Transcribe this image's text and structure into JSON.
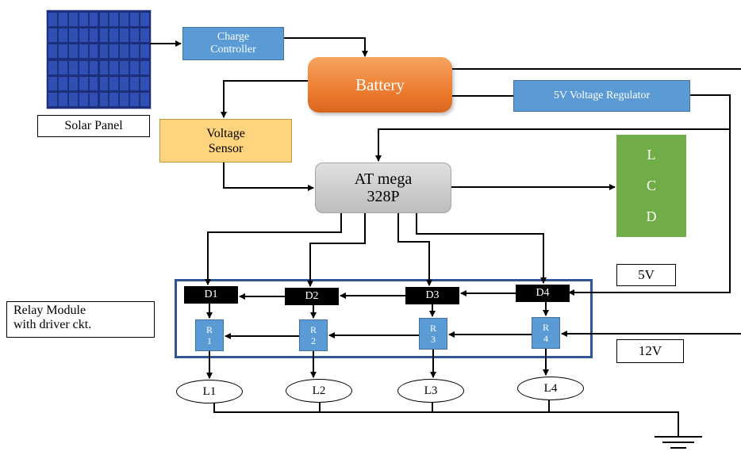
{
  "solar_panel": {
    "label": "Solar Panel"
  },
  "charge_controller": {
    "line1": "Charge",
    "line2": "Controller"
  },
  "battery": {
    "label": "Battery"
  },
  "regulator": {
    "label": "5V Voltage Regulator"
  },
  "voltage_sensor": {
    "line1": "Voltage",
    "line2": "Sensor"
  },
  "mcu": {
    "line1": "AT mega",
    "line2": "328P"
  },
  "lcd": {
    "letters": [
      "L",
      "C",
      "D"
    ]
  },
  "relay_module": {
    "line1": "Relay Module",
    "line2": "with driver ckt."
  },
  "drivers": [
    "D1",
    "D2",
    "D3",
    "D4"
  ],
  "relays": [
    {
      "letter": "R",
      "num": "1"
    },
    {
      "letter": "R",
      "num": "2"
    },
    {
      "letter": "R",
      "num": "3"
    },
    {
      "letter": "R",
      "num": "4"
    }
  ],
  "loads": [
    "L1",
    "L2",
    "L3",
    "L4"
  ],
  "voltages": {
    "v5": "5V",
    "v12": "12V"
  },
  "colors": {
    "panel_blue": "#1c2f7a",
    "accent_blue": "#5b9bd5",
    "battery_orange": "#ed7d31",
    "sensor_yellow": "#ffd47f",
    "lcd_green": "#70ad47",
    "relay_border": "#2f5597"
  }
}
